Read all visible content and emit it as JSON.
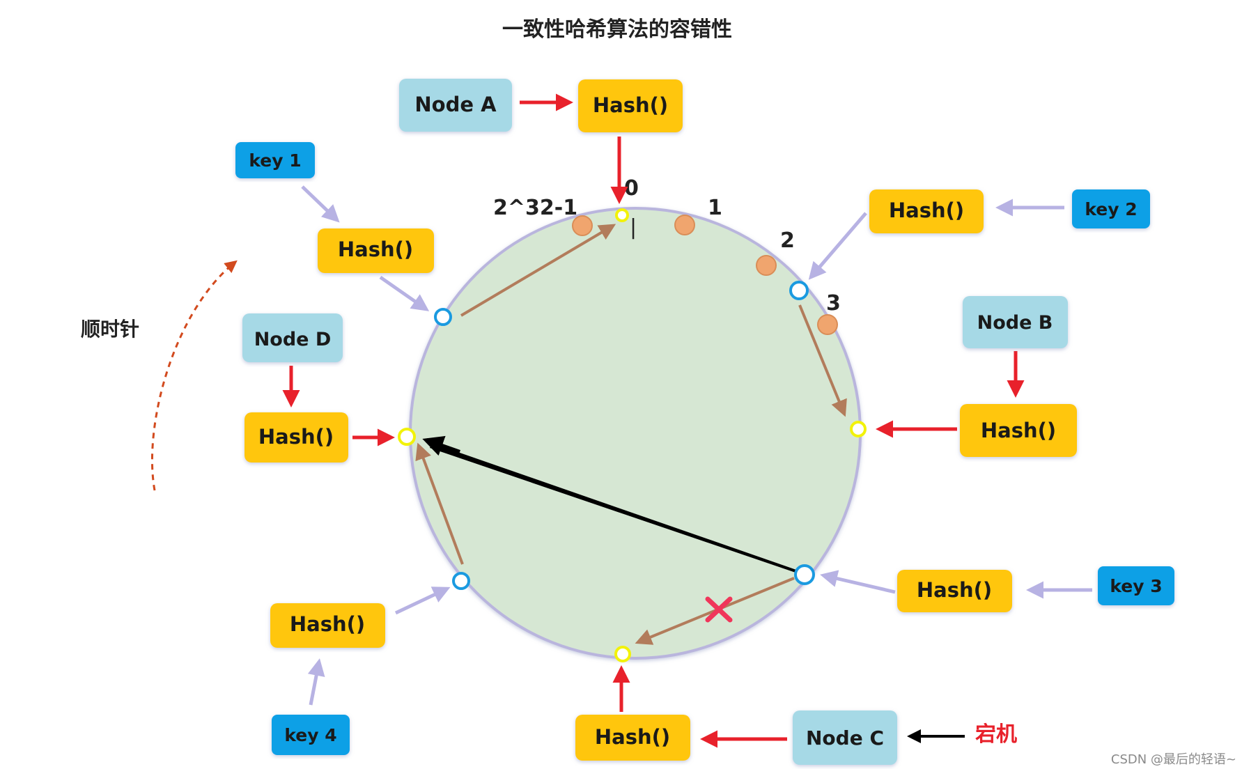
{
  "title": "一致性哈希算法的容错性",
  "direction_label": "顺时针",
  "failure_label": "宕机",
  "watermark": "CSDN @最后的轻语~",
  "ring": {
    "fill_color": "#d6e7d3",
    "markers": [
      "2^32-1",
      "0",
      "1",
      "2",
      "3"
    ],
    "cursor_glyph": "|"
  },
  "colors": {
    "node_box": "#a6d9e6",
    "hash_box": "#ffc60b",
    "key_box": "#0aa0e6",
    "hash_arrow": "#e8212b",
    "key_arrow": "#b7b2e3",
    "ring_arrow": "#b27c5b",
    "node_point": "#f2f20a",
    "key_point": "#1a9ae0",
    "virtual_point": "#f0a56e",
    "failure_mark": "#f0365a"
  },
  "nodes": [
    {
      "id": "a",
      "label": "Node A",
      "hash_label": "Hash()"
    },
    {
      "id": "b",
      "label": "Node B",
      "hash_label": "Hash()"
    },
    {
      "id": "c",
      "label": "Node C",
      "hash_label": "Hash()"
    },
    {
      "id": "d",
      "label": "Node D",
      "hash_label": "Hash()"
    }
  ],
  "keys": [
    {
      "id": "1",
      "label": "key 1",
      "hash_label": "Hash()"
    },
    {
      "id": "2",
      "label": "key 2",
      "hash_label": "Hash()"
    },
    {
      "id": "3",
      "label": "key 3",
      "hash_label": "Hash()"
    },
    {
      "id": "4",
      "label": "key 4",
      "hash_label": "Hash()"
    }
  ]
}
